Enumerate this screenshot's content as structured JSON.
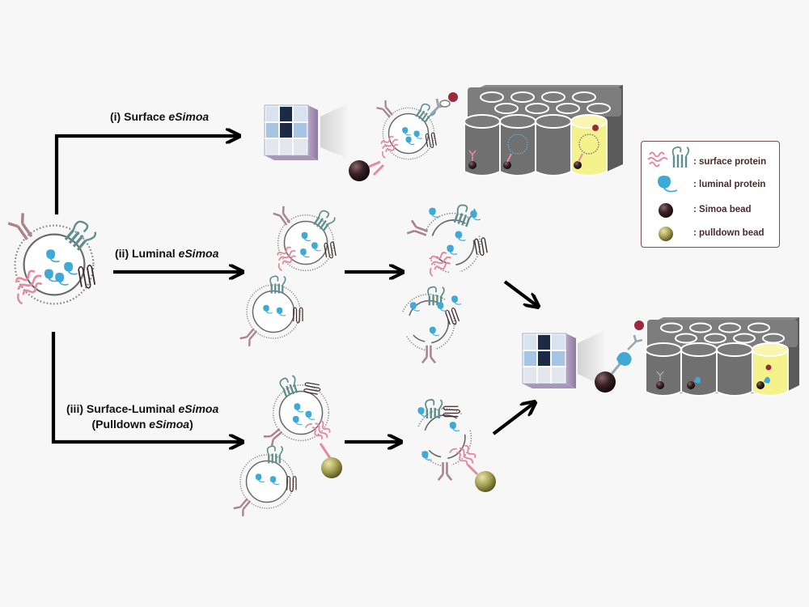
{
  "routes": [
    {
      "prefix": "(i) Surface ",
      "italic": "eSimoa",
      "suffix": "",
      "line2_prefix": "",
      "line2_italic": "",
      "line2_suffix": ""
    },
    {
      "prefix": "(ii) Luminal ",
      "italic": "eSimoa",
      "suffix": "",
      "line2_prefix": "",
      "line2_italic": "",
      "line2_suffix": ""
    },
    {
      "prefix": "(iii) Surface-Luminal ",
      "italic": "eSimoa",
      "suffix": "",
      "line2_prefix": "(Pulldown ",
      "line2_italic": "eSimoa",
      "line2_suffix": ")"
    }
  ],
  "legend": {
    "items": [
      {
        "icon": "surface-protein-icon",
        "label": ": surface protein"
      },
      {
        "icon": "luminal-protein-icon",
        "label": ": luminal protein"
      },
      {
        "icon": "simoa-bead-icon",
        "label": ": Simoa bead"
      },
      {
        "icon": "pulldown-bead-icon",
        "label": ": pulldown bead"
      }
    ]
  },
  "colors": {
    "surface_pink": "#e58aa3",
    "surface_teal": "#5f8f8c",
    "luminal_blue": "#3fa9d8",
    "simoa_bead": "#3a2326",
    "pulldown_bead": "#a7a256",
    "well_gray": "#707070",
    "well_highlight": "#f4f28a",
    "membrane": "#6a6a6a",
    "legend_border": "#7a4b55"
  }
}
